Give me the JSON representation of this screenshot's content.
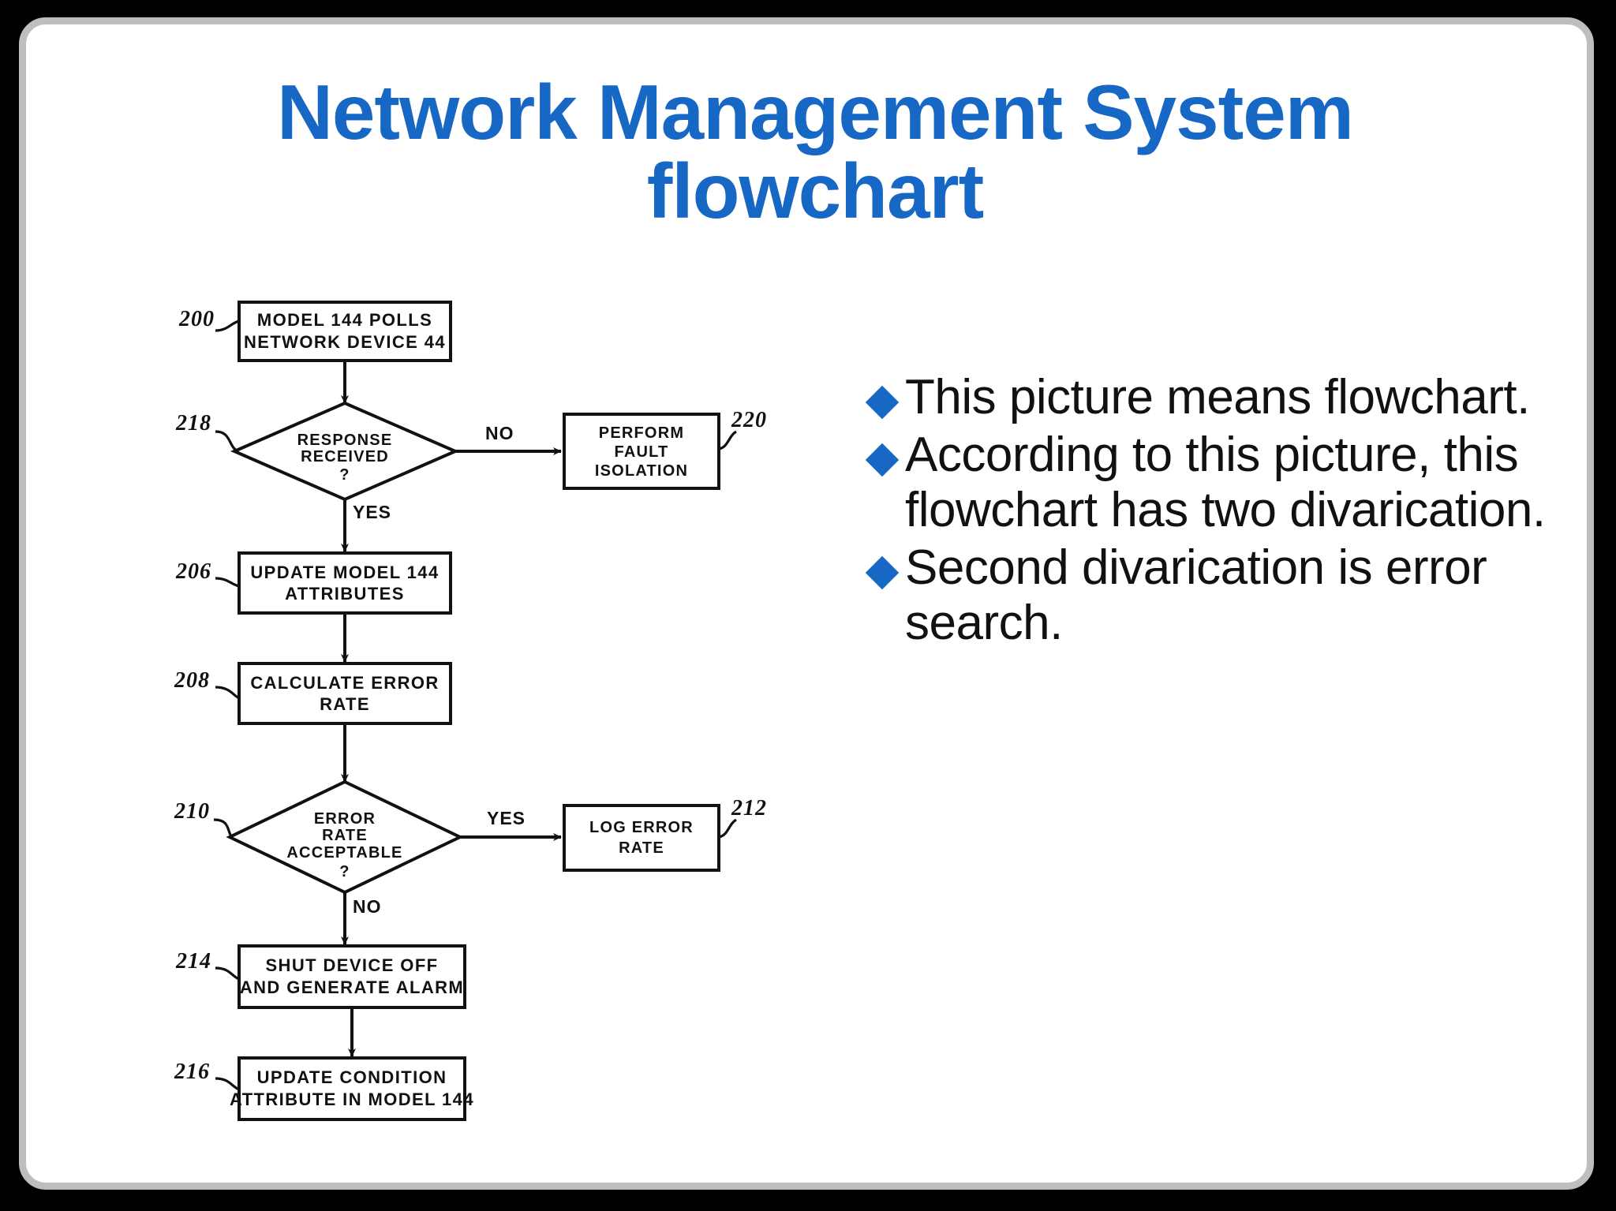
{
  "slide": {
    "title": "Network Management System flowchart",
    "background_color": "#000000",
    "panel_color": "#ffffff",
    "border_color": "#bebebe",
    "accent_color": "#1768c4"
  },
  "bullets": {
    "marker_icon": "diamond-bullet-icon",
    "marker_color": "#1768c4",
    "items": [
      "This picture means flowchart.",
      "According to this picture, this flowchart has two divarication.",
      "Second divarication is error search."
    ]
  },
  "flowchart": {
    "caption": "Network Management System flowchart",
    "nodes": [
      {
        "id": "200",
        "ref": "200",
        "type": "process",
        "text": [
          "MODEL 144 POLLS",
          "NETWORK DEVICE  44"
        ]
      },
      {
        "id": "218",
        "ref": "218",
        "type": "decision",
        "text": [
          "RESPONSE",
          "RECEIVED",
          "?"
        ]
      },
      {
        "id": "220",
        "ref": "220",
        "type": "process",
        "text": [
          "PERFORM",
          "FAULT",
          "ISOLATION"
        ]
      },
      {
        "id": "206",
        "ref": "206",
        "type": "process",
        "text": [
          "UPDATE MODEL 144",
          "ATTRIBUTES"
        ]
      },
      {
        "id": "208",
        "ref": "208",
        "type": "process",
        "text": [
          "CALCULATE ERROR",
          "RATE"
        ]
      },
      {
        "id": "210",
        "ref": "210",
        "type": "decision",
        "text": [
          "ERROR",
          "RATE",
          "ACCEPTABLE",
          "?"
        ]
      },
      {
        "id": "212",
        "ref": "212",
        "type": "process",
        "text": [
          "LOG ERROR",
          "RATE"
        ]
      },
      {
        "id": "214",
        "ref": "214",
        "type": "process",
        "text": [
          "SHUT DEVICE OFF",
          "AND GENERATE ALARM"
        ]
      },
      {
        "id": "216",
        "ref": "216",
        "type": "process",
        "text": [
          "UPDATE  CONDITION",
          "ATTRIBUTE IN MODEL 144"
        ]
      }
    ],
    "edges": [
      {
        "from": "200",
        "to": "218",
        "label": ""
      },
      {
        "from": "218",
        "to": "220",
        "label": "NO"
      },
      {
        "from": "218",
        "to": "206",
        "label": "YES"
      },
      {
        "from": "206",
        "to": "208",
        "label": ""
      },
      {
        "from": "208",
        "to": "210",
        "label": ""
      },
      {
        "from": "210",
        "to": "212",
        "label": "YES"
      },
      {
        "from": "210",
        "to": "214",
        "label": "NO"
      },
      {
        "from": "214",
        "to": "216",
        "label": ""
      }
    ],
    "labels": {
      "n200_l1": "MODEL 144 POLLS",
      "n200_l2": "NETWORK DEVICE  44",
      "n218_l1": "RESPONSE",
      "n218_l2": "RECEIVED",
      "n218_l3": "?",
      "n220_l1": "PERFORM",
      "n220_l2": "FAULT",
      "n220_l3": "ISOLATION",
      "n206_l1": "UPDATE MODEL 144",
      "n206_l2": "ATTRIBUTES",
      "n208_l1": "CALCULATE ERROR",
      "n208_l2": "RATE",
      "n210_l1": "ERROR",
      "n210_l2": "RATE",
      "n210_l3": "ACCEPTABLE",
      "n210_l4": "?",
      "n212_l1": "LOG ERROR",
      "n212_l2": "RATE",
      "n214_l1": "SHUT DEVICE OFF",
      "n214_l2": "AND GENERATE ALARM",
      "n216_l1": "UPDATE  CONDITION",
      "n216_l2": "ATTRIBUTE IN MODEL 144",
      "ref_200": "200",
      "ref_218": "218",
      "ref_220": "220",
      "ref_206": "206",
      "ref_208": "208",
      "ref_210": "210",
      "ref_212": "212",
      "ref_214": "214",
      "ref_216": "216",
      "branch_no_1": "NO",
      "branch_yes_1": "YES",
      "branch_yes_2": "YES",
      "branch_no_2": "NO"
    }
  }
}
